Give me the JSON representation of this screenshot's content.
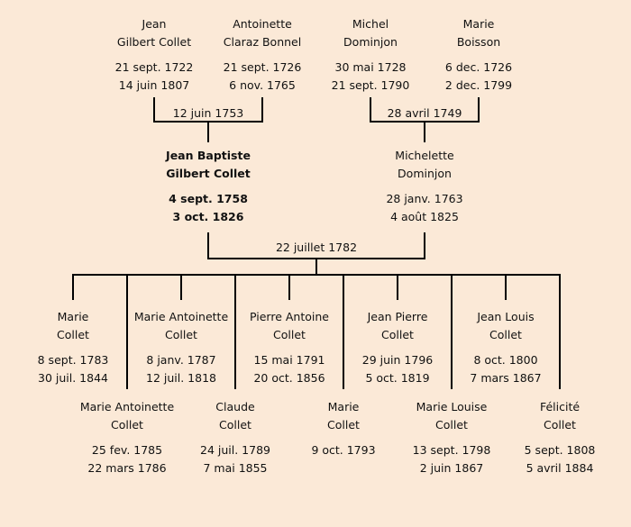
{
  "grandparents": [
    {
      "first": "Jean",
      "last": "Gilbert Collet",
      "birth": "21 sept. 1722",
      "death": "14 juin 1807"
    },
    {
      "first": "Antoinette",
      "last": "Claraz Bonnel",
      "birth": "21 sept. 1726",
      "death": "6 nov. 1765"
    },
    {
      "first": "Michel",
      "last": "Dominjon",
      "birth": "30 mai 1728",
      "death": "21 sept. 1790"
    },
    {
      "first": "Marie",
      "last": "Boisson",
      "birth": "6 dec. 1726",
      "death": "2 dec. 1799"
    }
  ],
  "grandparent_marriages": [
    "12 juin 1753",
    "28 avril 1749"
  ],
  "parents": [
    {
      "first": "Jean Baptiste",
      "last": "Gilbert Collet",
      "birth": "4 sept. 1758",
      "death": "3 oct. 1826"
    },
    {
      "first": "Michelette",
      "last": "Dominjon",
      "birth": "28 janv. 1763",
      "death": "4 août 1825"
    }
  ],
  "parent_marriage": "22 juillet 1782",
  "children": [
    {
      "first": "Marie",
      "last": "Collet",
      "birth": "8 sept. 1783",
      "death": "30 juil. 1844"
    },
    {
      "first": "Marie Antoinette",
      "last": "Collet",
      "birth": "25 fev. 1785",
      "death": "22 mars 1786"
    },
    {
      "first": "Marie Antoinette",
      "last": "Collet",
      "birth": "8 janv. 1787",
      "death": "12 juil. 1818"
    },
    {
      "first": "Claude",
      "last": "Collet",
      "birth": "24 juil. 1789",
      "death": "7 mai 1855"
    },
    {
      "first": "Pierre Antoine",
      "last": "Collet",
      "birth": "15 mai 1791",
      "death": "20 oct. 1856"
    },
    {
      "first": "Marie",
      "last": "Collet",
      "birth": "9 oct. 1793",
      "death": ""
    },
    {
      "first": "Jean Pierre",
      "last": "Collet",
      "birth": "29 juin 1796",
      "death": "5 oct. 1819"
    },
    {
      "first": "Marie Louise",
      "last": "Collet",
      "birth": "13 sept. 1798",
      "death": "2 juin 1867"
    },
    {
      "first": "Jean Louis",
      "last": "Collet",
      "birth": "8 oct. 1800",
      "death": "7 mars 1867"
    },
    {
      "first": "Félicité",
      "last": "Collet",
      "birth": "5 sept. 1808",
      "death": "5 avril 1884"
    }
  ]
}
